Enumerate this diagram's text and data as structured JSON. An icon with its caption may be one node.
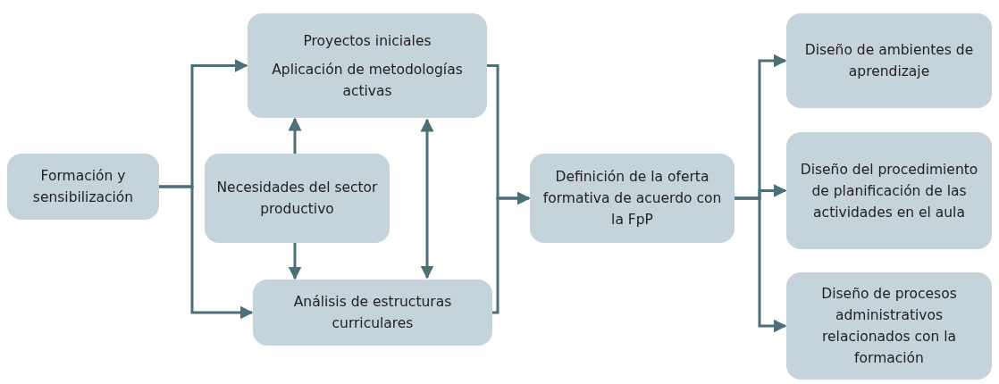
{
  "diagram": {
    "nodes": [
      {
        "text": [
          "Formación y sensibilización"
        ]
      },
      {
        "text": [
          "Proyectos iniciales",
          "Aplicación de metodologías activas"
        ]
      },
      {
        "text": [
          "Necesidades del sector productivo"
        ]
      },
      {
        "text": [
          "Análisis de estructuras curriculares"
        ]
      },
      {
        "text": [
          "Definición de la oferta formativa de acuerdo con la FpP"
        ]
      },
      {
        "text": [
          "Diseño de ambientes de aprendizaje"
        ]
      },
      {
        "text": [
          "Diseño del procedimiento de planificación de las actividades en el aula"
        ]
      },
      {
        "text": [
          "Diseño de procesos administrativos relacionados con la formación"
        ]
      }
    ],
    "edges": [
      {
        "from": 0,
        "to": 1,
        "arrow": "to"
      },
      {
        "from": 0,
        "to": 3,
        "arrow": "to"
      },
      {
        "from": 2,
        "to": 1,
        "arrow": "to"
      },
      {
        "from": 2,
        "to": 3,
        "arrow": "to"
      },
      {
        "from": 1,
        "to": 3,
        "arrow": "both"
      },
      {
        "from": 1,
        "to": 4,
        "arrow": "to"
      },
      {
        "from": 3,
        "to": 4,
        "arrow": "to"
      },
      {
        "from": 4,
        "to": 5,
        "arrow": "to"
      },
      {
        "from": 4,
        "to": 6,
        "arrow": "to"
      },
      {
        "from": 4,
        "to": 7,
        "arrow": "to"
      }
    ]
  }
}
